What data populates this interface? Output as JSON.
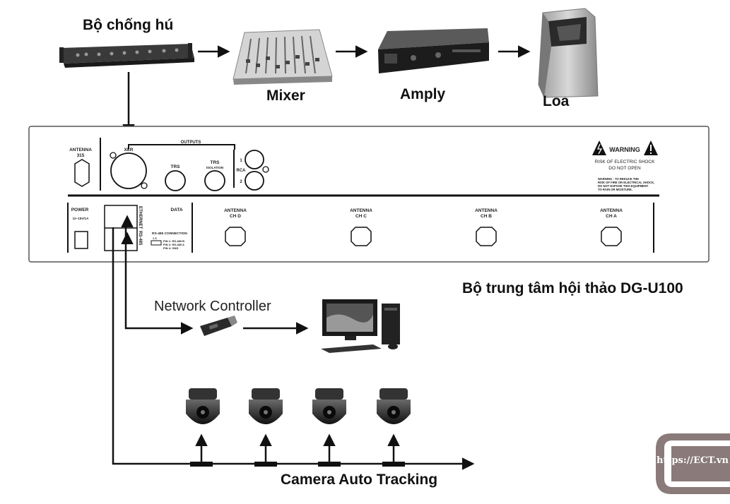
{
  "labels": {
    "anti_feedback": "Bộ chống hú",
    "mixer": "Mixer",
    "amply": "Amply",
    "speaker": "Loa",
    "central_unit": "Bộ trung tâm hội thảo DG-U100",
    "network_controller": "Network Controller",
    "camera_tracking": "Camera Auto Tracking"
  },
  "panel": {
    "antenna_315": [
      "ANTENNA",
      "315"
    ],
    "outputs": "OUTPUTS",
    "xlr": "XLR",
    "trs": "TRS",
    "trs_isolation": [
      "TRS",
      "ISOLATION"
    ],
    "rca": "RCA",
    "rca_1": "1",
    "rca_2": "2",
    "power": "POWER",
    "power_spec": "12~15V/1A",
    "ethernet": "ETHERNET",
    "rs485": "RS-485",
    "data": "DATA",
    "rs485_connection": "RS-485 CONNECTION",
    "pin_lines": [
      "1 5",
      "PIN 1: RS-485 B",
      "PIN 2: RS-485 A",
      "PIN 4: GND"
    ],
    "antennas": [
      {
        "line1": "ANTENNA",
        "line2": "CH D"
      },
      {
        "line1": "ANTENNA",
        "line2": "CH C"
      },
      {
        "line1": "ANTENNA",
        "line2": "CH B"
      },
      {
        "line1": "ANTENNA",
        "line2": "CH A"
      }
    ],
    "warning_title": "WARNING",
    "warning_line1": "RISK OF ELECTRIC SHOCK",
    "warning_line2": "DO NOT OPEN",
    "warning_note": [
      "WARNING - TO REDUCE THE",
      "RISK OF FIRE OR ELECTRICAL SHOCK,",
      "DO NOT EXPOSE THIS EQUIPMENT",
      "TO RAIN OR MOISTURE."
    ]
  },
  "logo": {
    "url_text": "https://ECT.vn"
  },
  "icons": [
    "rack-unit-icon",
    "mixer-icon",
    "amplifier-icon",
    "speaker-icon",
    "usb-dongle-icon",
    "computer-icon",
    "dome-camera-icon",
    "warning-triangle-icon"
  ]
}
